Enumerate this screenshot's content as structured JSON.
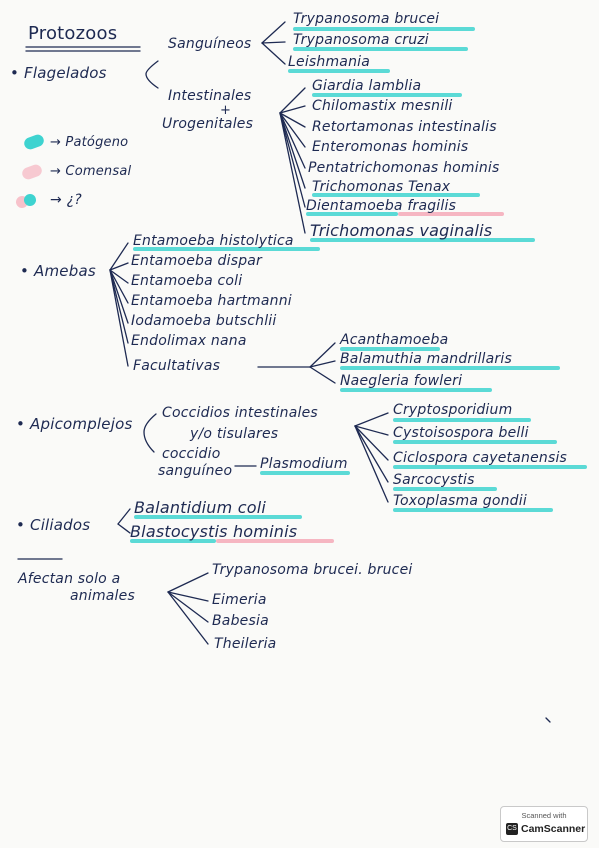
{
  "title": "Protozoos",
  "flagelados": {
    "label": "• Flagelados",
    "sanguineos": {
      "label": "Sanguíneos",
      "items": [
        "Trypanosoma brucei",
        "Trypanosoma cruzi",
        "Leishmania"
      ]
    },
    "intestinales": {
      "line1": "Intestinales",
      "plus": "+",
      "line2": "Urogenitales",
      "items": [
        "Giardia lamblia",
        "Chilomastix mesnili",
        "Retortamonas intestinalis",
        "Enteromonas hominis",
        "Pentatrichomonas hominis",
        "Trichomonas Tenax",
        "Dientamoeba fragilis",
        "Trichomonas vaginalis"
      ]
    }
  },
  "legend": {
    "patogeno": "→ Patógeno",
    "comensal": "→ Comensal",
    "unknown": "→ ¿?"
  },
  "amebas": {
    "label": "• Amebas",
    "items": [
      "Entamoeba histolytica",
      "Entamoeba dispar",
      "Entamoeba coli",
      "Entamoeba hartmanni",
      "Iodamoeba butschlii",
      "Endolimax nana"
    ],
    "facultativas": {
      "label": "Facultativas",
      "items": [
        "Acanthamoeba",
        "Balamuthia mandrillaris",
        "Naegleria fowleri"
      ]
    }
  },
  "apicomplejos": {
    "label": "• Apicomplejos",
    "coccidios": {
      "line1": "Coccidios intestinales",
      "line2": "y/o tisulares",
      "items": [
        "Cryptosporidium",
        "Cystoisospora belli",
        "Ciclospora cayetanensis",
        "Sarcocystis",
        "Toxoplasma gondii"
      ]
    },
    "sanguineo": {
      "line1": "coccidio",
      "line2": "sanguíneo",
      "item": "Plasmodium"
    }
  },
  "ciliados": {
    "label": "• Ciliados",
    "items": [
      "Balantidium coli",
      "Blastocystis hominis"
    ]
  },
  "animales": {
    "line1": "Afectan solo a",
    "line2": "animales",
    "items": [
      "Trypanosoma brucei. brucei",
      "Eimeria",
      "Babesia",
      "Theileria"
    ]
  },
  "scanner": {
    "top": "Scanned with",
    "icon": "CS",
    "brand": "CamScanner"
  },
  "colors": {
    "patogeno": "#3ed3d0",
    "comensal": "#f5a9b8",
    "ink": "#1e2a52"
  }
}
